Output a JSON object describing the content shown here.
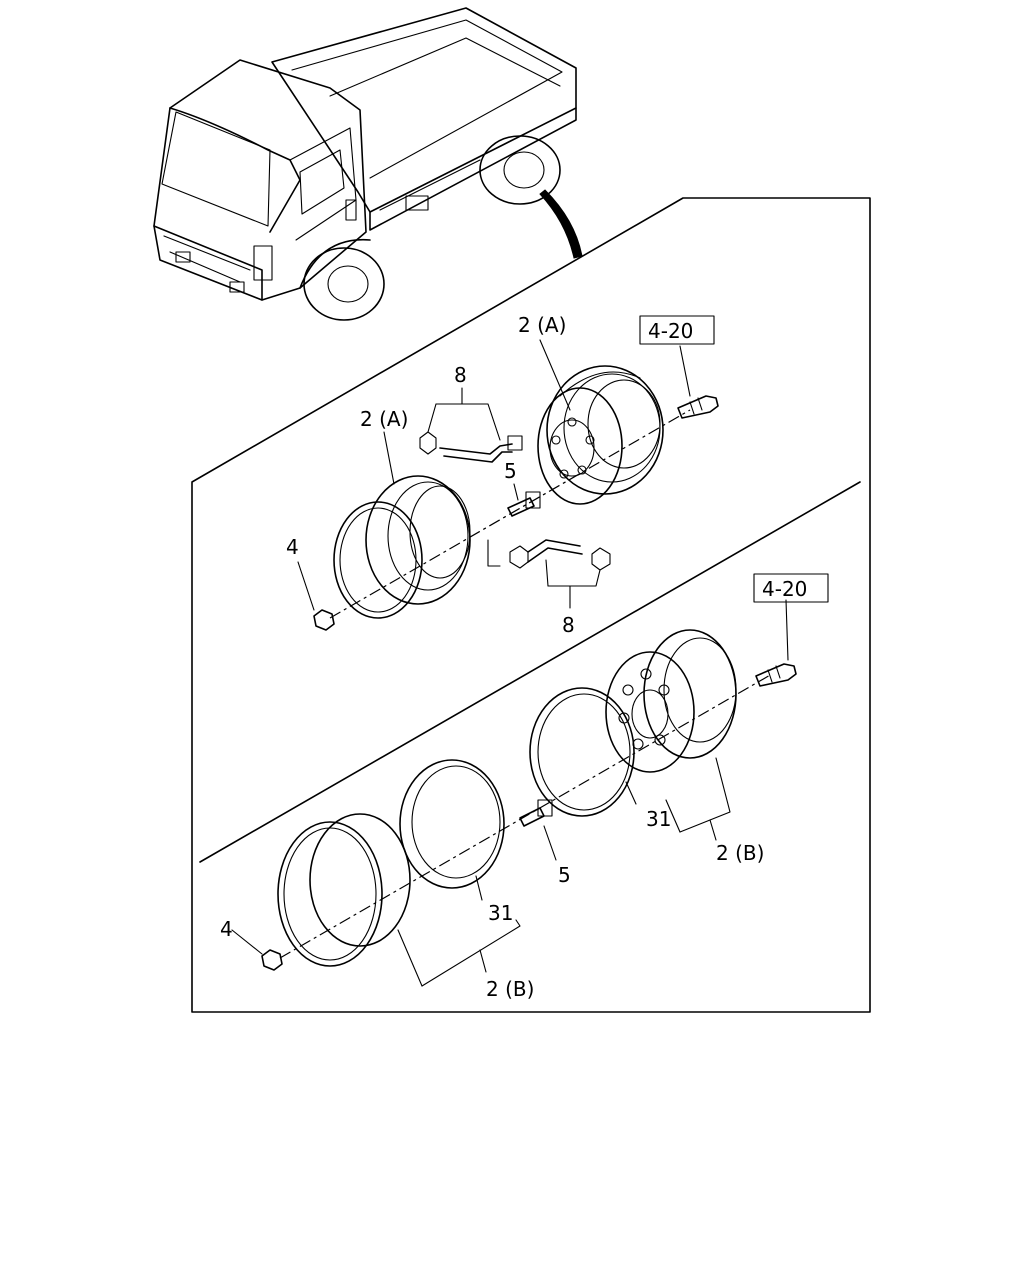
{
  "labels": {
    "wheel_upper_front": "2 (A)",
    "wheel_upper_rear": "2 (A)",
    "wheel_lower_front": "2 (B)",
    "wheel_lower_rear": "2 (B)",
    "ref_upper": "4-20",
    "ref_lower": "4-20",
    "nut_upper": "4",
    "nut_lower": "4",
    "bolt_upper": "5",
    "bolt_lower": "5",
    "valve_upper": "8",
    "valve_middle": "8",
    "ring_lower_front": "31",
    "ring_lower_rear": "31"
  }
}
